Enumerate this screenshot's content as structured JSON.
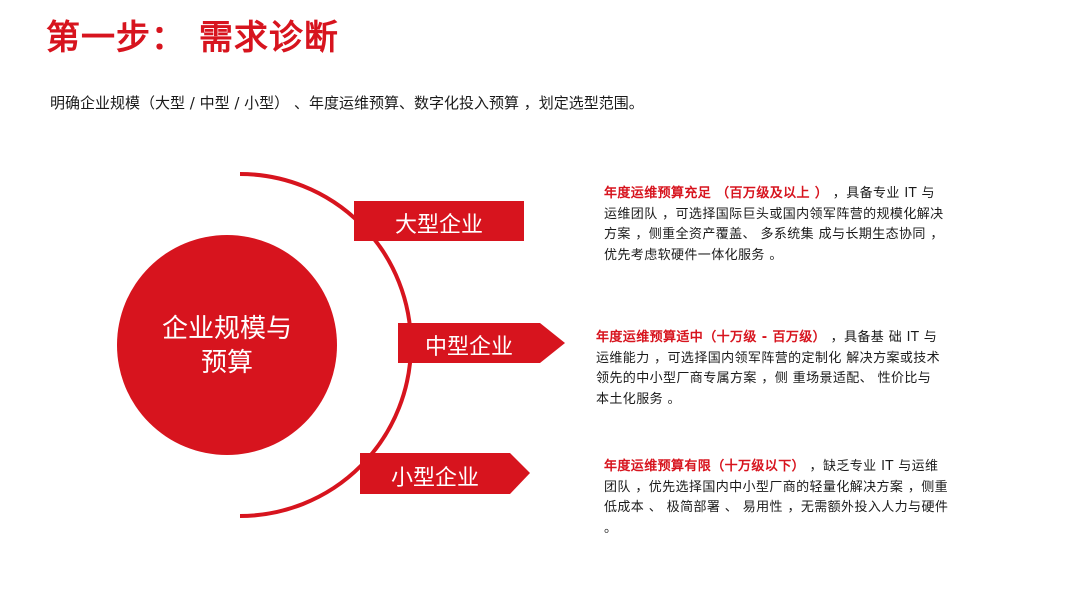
{
  "slide": {
    "title": "第一步： 需求诊断",
    "subtitle": "明确企业规模（大型 / 中型 / 小型） 、年度运维预算、数字化投入预算 ，划定选型范围。",
    "center_label_line1": "企业规模与",
    "center_label_line2": "预算",
    "colors": {
      "accent": "#d7141e",
      "text": "#1a1a1a",
      "background": "#ffffff"
    }
  },
  "segments": [
    {
      "label": "大型企业",
      "highlight": "年度运维预算充足 （百万级及以上 ）",
      "text": " ，具备专业 IT 与运维团队 ，可选择国际巨头或国内领军阵营的规模化解决方案 ，侧重全资产覆盖、 多系统集 成与长期生态协同 ，优先考虑软硬件一体化服务 。"
    },
    {
      "label": "中型企业",
      "highlight": "年度运维预算适中（十万级 - 百万级）",
      "text": " ，具备基 础 IT 与运维能力 ，可选择国内领军阵营的定制化 解决方案或技术领先的中小型厂商专属方案 ，侧 重场景适配、 性价比与本土化服务 。"
    },
    {
      "label": "小型企业",
      "highlight": "年度运维预算有限（十万级以下）",
      "text": " ，缺乏专业 IT 与运维团队 ，优先选择国内中小型厂商的轻量化解决方案 ，侧重低成本 、 极简部署 、 易用性 ，无需额外投入人力与硬件 。"
    }
  ]
}
